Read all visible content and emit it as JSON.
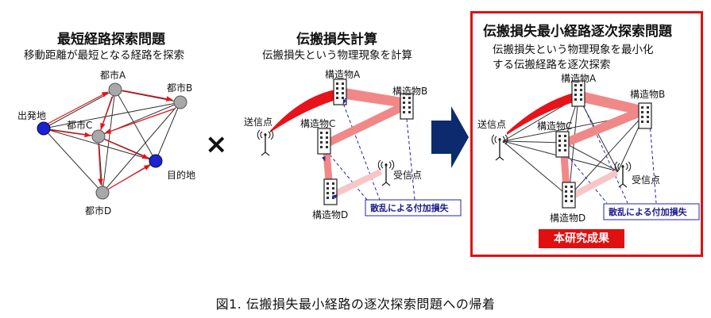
{
  "panel1": {
    "title": "最短経路探索問題",
    "subtitle": "移動距離が最短となる経路を探索",
    "labels": {
      "a": "都市A",
      "b": "都市B",
      "c": "都市C",
      "d": "都市D",
      "start": "出発地",
      "goal": "目的地"
    }
  },
  "operator": "×",
  "panel2": {
    "title": "伝搬損失計算",
    "subtitle": "伝搬損失という物理現象を計算",
    "labels": {
      "a": "構造物A",
      "b": "構造物B",
      "c": "構造物C",
      "d": "構造物D",
      "tx": "送信点",
      "rx": "受信点"
    },
    "note": "散乱による付加損失"
  },
  "panel3": {
    "title": "伝搬損失最小経路逐次探索問題",
    "subtitle_line1": "伝搬損失という物理現象を最小化",
    "subtitle_line2": "する伝搬経路を逐次探索",
    "labels": {
      "a": "構造物A",
      "b": "構造物B",
      "c": "構造物C",
      "d": "構造物D",
      "tx": "送信点",
      "rx": "受信点"
    },
    "note": "散乱による付加損失",
    "badge": "本研究成果"
  },
  "caption": "図1. 伝搬損失最小経路の逐次探索問題への帰着",
  "colors": {
    "route": "#e8121a",
    "node_gray": "#a8a8a8",
    "node_blue": "#1a22d8",
    "arrow": "#0d2a6e",
    "dash": "#2323b0"
  }
}
